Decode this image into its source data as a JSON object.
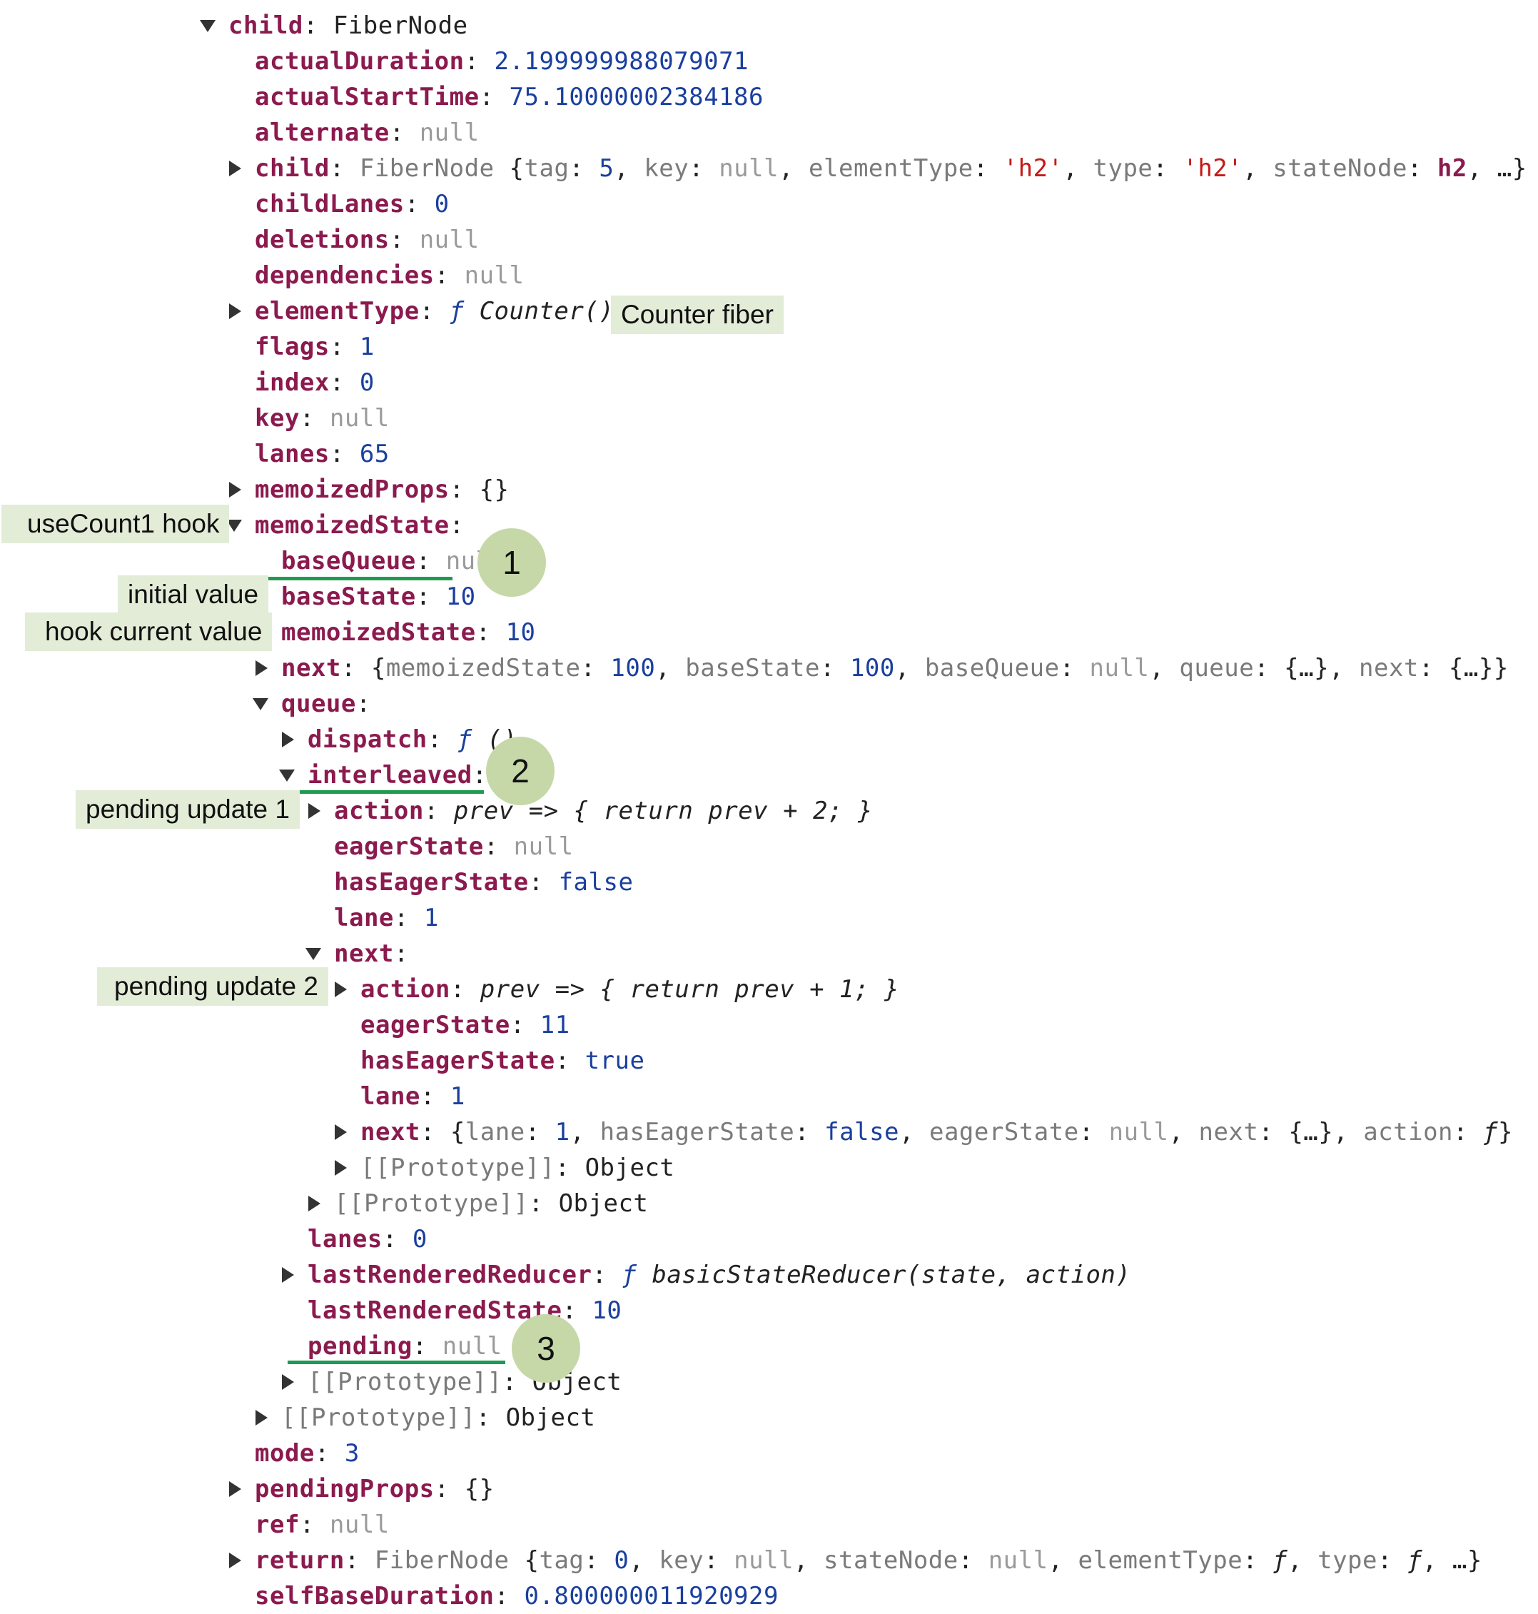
{
  "tree": {
    "child_header": {
      "key": "child",
      "sep": ": ",
      "value": "FiberNode"
    },
    "actualDuration": {
      "key": "actualDuration",
      "sep": ": ",
      "value": "2.199999988079071"
    },
    "actualStartTime": {
      "key": "actualStartTime",
      "sep": ": ",
      "value": "75.10000002384186"
    },
    "alternate": {
      "key": "alternate",
      "sep": ": ",
      "value": "null"
    },
    "child_inner": {
      "key": "child",
      "sep": ": ",
      "type": "FiberNode",
      "open": " {",
      "k1": "tag",
      "v1": "5",
      "k2": "key",
      "v2": "null",
      "k3": "elementType",
      "v3": "'h2'",
      "k4": "type",
      "v4": "'h2'",
      "k5": "stateNode",
      "v5": "h2",
      "close": ", …}",
      "colon": ": ",
      "comma": ", "
    },
    "childLanes": {
      "key": "childLanes",
      "sep": ": ",
      "value": "0"
    },
    "deletions": {
      "key": "deletions",
      "sep": ": ",
      "value": "null"
    },
    "dependencies": {
      "key": "dependencies",
      "sep": ": ",
      "value": "null"
    },
    "elementType": {
      "key": "elementType",
      "sep": ": ",
      "f": "ƒ",
      "fn": " Counter()"
    },
    "flags": {
      "key": "flags",
      "sep": ": ",
      "value": "1"
    },
    "index": {
      "key": "index",
      "sep": ": ",
      "value": "0"
    },
    "key": {
      "key": "key",
      "sep": ": ",
      "value": "null"
    },
    "lanes": {
      "key": "lanes",
      "sep": ": ",
      "value": "65"
    },
    "memoizedProps": {
      "key": "memoizedProps",
      "sep": ": ",
      "value": "{}"
    },
    "memoizedState": {
      "key": "memoizedState",
      "sep": ":"
    },
    "baseQueue": {
      "key": "baseQueue",
      "sep": ": ",
      "value": "null"
    },
    "baseState": {
      "key": "baseState",
      "sep": ": ",
      "value": "10"
    },
    "memoizedState_inner": {
      "key": "memoizedState",
      "sep": ": ",
      "value": "10"
    },
    "next_summary": {
      "key": "next",
      "sep": ": ",
      "open": "{",
      "k1": "memoizedState",
      "v1": "100",
      "k2": "baseState",
      "v2": "100",
      "k3": "baseQueue",
      "v3": "null",
      "k4": "queue",
      "v4": "{…}",
      "k5": "next",
      "v5": "{…}",
      "close": "}",
      "colon": ": ",
      "comma": ", "
    },
    "queue": {
      "key": "queue",
      "sep": ":"
    },
    "dispatch": {
      "key": "dispatch",
      "sep": ": ",
      "f": "ƒ",
      "fn": " ()"
    },
    "interleaved": {
      "key": "interleaved",
      "sep": ":"
    },
    "action1": {
      "key": "action",
      "sep": ": ",
      "value": "prev => { return prev + 2; }"
    },
    "eagerState1": {
      "key": "eagerState",
      "sep": ": ",
      "value": "null"
    },
    "hasEagerState1": {
      "key": "hasEagerState",
      "sep": ": ",
      "value": "false"
    },
    "lane1": {
      "key": "lane",
      "sep": ": ",
      "value": "1"
    },
    "next1": {
      "key": "next",
      "sep": ":"
    },
    "action2": {
      "key": "action",
      "sep": ": ",
      "value": "prev => { return prev + 1; }"
    },
    "eagerState2": {
      "key": "eagerState",
      "sep": ": ",
      "value": "11"
    },
    "hasEagerState2": {
      "key": "hasEagerState",
      "sep": ": ",
      "value": "true"
    },
    "lane2": {
      "key": "lane",
      "sep": ": ",
      "value": "1"
    },
    "next2": {
      "key": "next",
      "sep": ": ",
      "open": "{",
      "k1": "lane",
      "v1": "1",
      "k2": "hasEagerState",
      "v2": "false",
      "k3": "eagerState",
      "v3": "null",
      "k4": "next",
      "v4": "{…}",
      "k5": "action",
      "v5": "ƒ",
      "close": "}",
      "colon": ": ",
      "comma": ", "
    },
    "proto_a": {
      "key": "[[Prototype]]",
      "sep": ": ",
      "value": "Object"
    },
    "proto_b": {
      "key": "[[Prototype]]",
      "sep": ": ",
      "value": "Object"
    },
    "queue_lanes": {
      "key": "lanes",
      "sep": ": ",
      "value": "0"
    },
    "lastRenderedReducer": {
      "key": "lastRenderedReducer",
      "sep": ": ",
      "f": "ƒ",
      "fn": " basicStateReducer(state, action)"
    },
    "lastRenderedState": {
      "key": "lastRenderedState",
      "sep": ": ",
      "value": "10"
    },
    "pending": {
      "key": "pending",
      "sep": ": ",
      "value": "null"
    },
    "proto_c": {
      "key": "[[Prototype]]",
      "sep": ": ",
      "value": "Object"
    },
    "proto_d": {
      "key": "[[Prototype]]",
      "sep": ": ",
      "value": "Object"
    },
    "mode": {
      "key": "mode",
      "sep": ": ",
      "value": "3"
    },
    "pendingProps": {
      "key": "pendingProps",
      "sep": ": ",
      "value": "{}"
    },
    "ref": {
      "key": "ref",
      "sep": ": ",
      "value": "null"
    },
    "return": {
      "key": "return",
      "sep": ": ",
      "type": "FiberNode",
      "open": " {",
      "k1": "tag",
      "v1": "0",
      "k2": "key",
      "v2": "null",
      "k3": "stateNode",
      "v3": "null",
      "k4": "elementType",
      "v4": "ƒ",
      "k5": "type",
      "v5": "ƒ",
      "close": ", …}",
      "colon": ": ",
      "comma": ", "
    },
    "selfBaseDuration": {
      "key": "selfBaseDuration",
      "sep": ": ",
      "value": "0.800000011920929"
    }
  },
  "annotations": {
    "counter_fiber": "Counter fiber",
    "use_count1_hook": "useCount1 hook",
    "initial_value": "initial value",
    "hook_current_value": "hook current value",
    "pending_update_1": "pending update 1",
    "pending_update_2": "pending update 2"
  },
  "badges": {
    "one": "1",
    "two": "2",
    "three": "3"
  },
  "colors": {
    "key": "#8b1a4e",
    "number": "#1a3f9e",
    "null": "#9a9a9a",
    "string": "#c41a16",
    "label_bg": "#e3ecd7",
    "badge_bg": "#c6d8a8",
    "underline": "#1e9a52"
  }
}
